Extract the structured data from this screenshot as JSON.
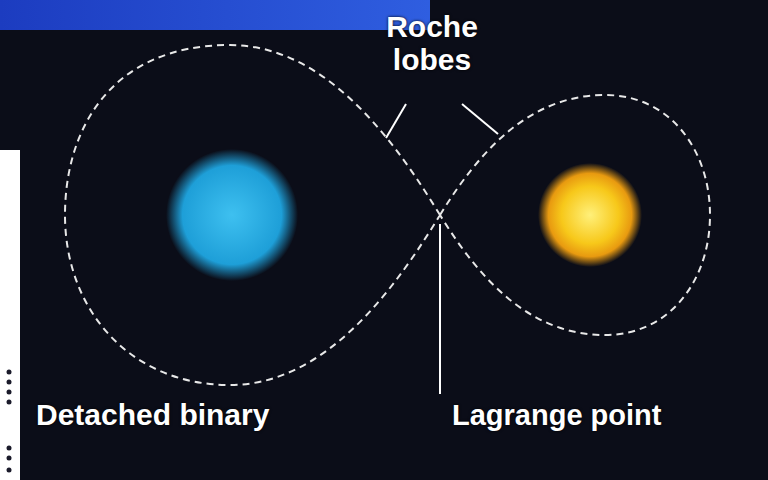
{
  "diagram": {
    "labels": [
      "Roche lobes",
      "Detached binary",
      "Lagrange point"
    ]
  }
}
